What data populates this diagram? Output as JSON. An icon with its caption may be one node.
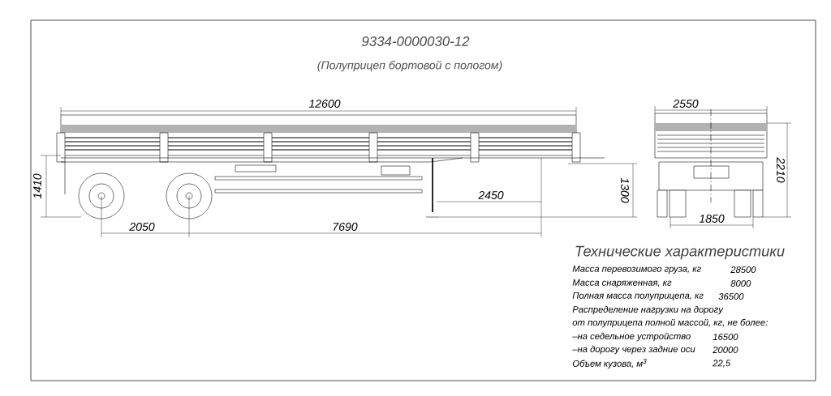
{
  "diagram": {
    "title": "9334-0000030-12",
    "labels": [
      "(Полуприцеп бортовой с пологом)",
      "12600",
      "2550",
      "1410",
      "2210",
      "2450",
      "1300",
      "2050",
      "7690",
      "1850",
      "Технические характеристики",
      "Масса перевозимого груза, кг",
      "28500",
      "Масса снаряженная, кг",
      "8000",
      "Полная масса полуприцепа, кг",
      "36500",
      "Распределение нагрузки на дорогу",
      "от полуприцепа полной массой, кг, не более:",
      "–на седельное устройство",
      "16500",
      "–на  дорогу через задние оси",
      "20000",
      "Объем кузова, м$^{3}$",
      "22,5"
    ]
  }
}
